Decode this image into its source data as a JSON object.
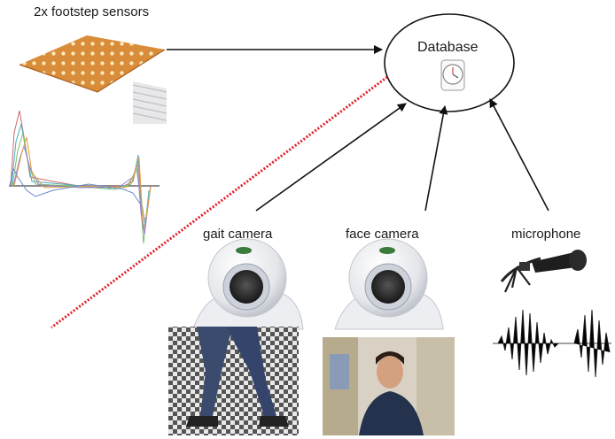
{
  "labels": {
    "footstep": "2x footstep sensors",
    "database": "Database",
    "gait_camera": "gait camera",
    "face_camera": "face camera",
    "microphone": "microphone"
  },
  "icons": {
    "footstep_sensor": "footstep-sensor-mat-icon",
    "signal_plot": "multi-channel-force-signal-icon",
    "database_clock": "clock-icon",
    "webcam": "webcam-icon",
    "microphone": "microphone-icon",
    "audio_wave": "audio-waveform-icon",
    "gait_photo": "walking-legs-photo",
    "face_photo": "person-portrait-photo"
  },
  "colors": {
    "arrow": "#111111",
    "dotted_line": "#e0202a",
    "sensor_mat": "#d98c3a"
  }
}
